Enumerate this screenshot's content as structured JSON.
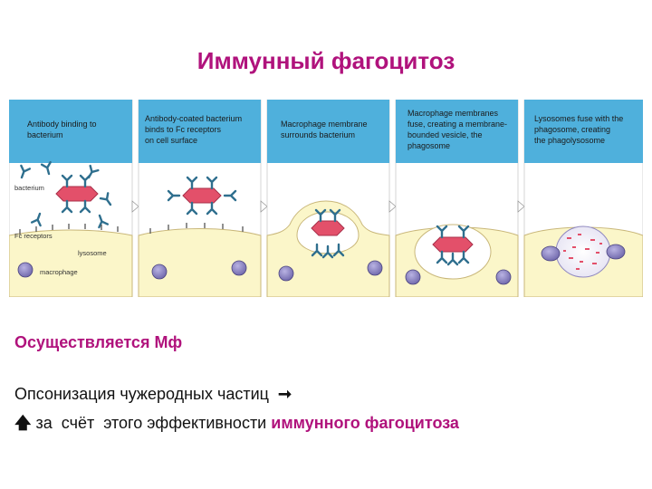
{
  "title": "Иммунный фагоцитоз",
  "figure": {
    "panels": [
      {
        "lines": [
          "Antibody binding to",
          "bacterium"
        ]
      },
      {
        "lines": [
          "Antibody-coated bacterium",
          "binds to Fc receptors",
          "on cell surface"
        ]
      },
      {
        "lines": [
          "Macrophage membrane",
          "surrounds bacterium"
        ]
      },
      {
        "lines": [
          "Macrophage membranes",
          "fuse, creating a membrane-",
          "bounded vesicle, the",
          "phagosome"
        ]
      },
      {
        "lines": [
          "Lysosomes fuse with the",
          "phagosome, creating",
          "the phagolysosome"
        ]
      }
    ],
    "labels": {
      "bacterium": "bacterium",
      "fc_receptors": "Fc receptors",
      "lysosome": "lysosome",
      "macrophage": "macrophage"
    },
    "colors": {
      "header_bg": "#4fb0dc",
      "cell_fill": "#fbf6c9",
      "bacterium": "#e3506a",
      "antibody": "#2f6f8e",
      "lysosome": "#8a83c0"
    }
  },
  "body": {
    "heading": "Осуществляется Мф",
    "line1": "Опсонизация  чужеродных  частиц",
    "line1_icon": "arrow-right-icon",
    "line2_icon": "arrow-up-icon",
    "line2_text": " за  счёт  этого эффективности ",
    "line2_highlight": "иммунного фагоцитоза"
  }
}
